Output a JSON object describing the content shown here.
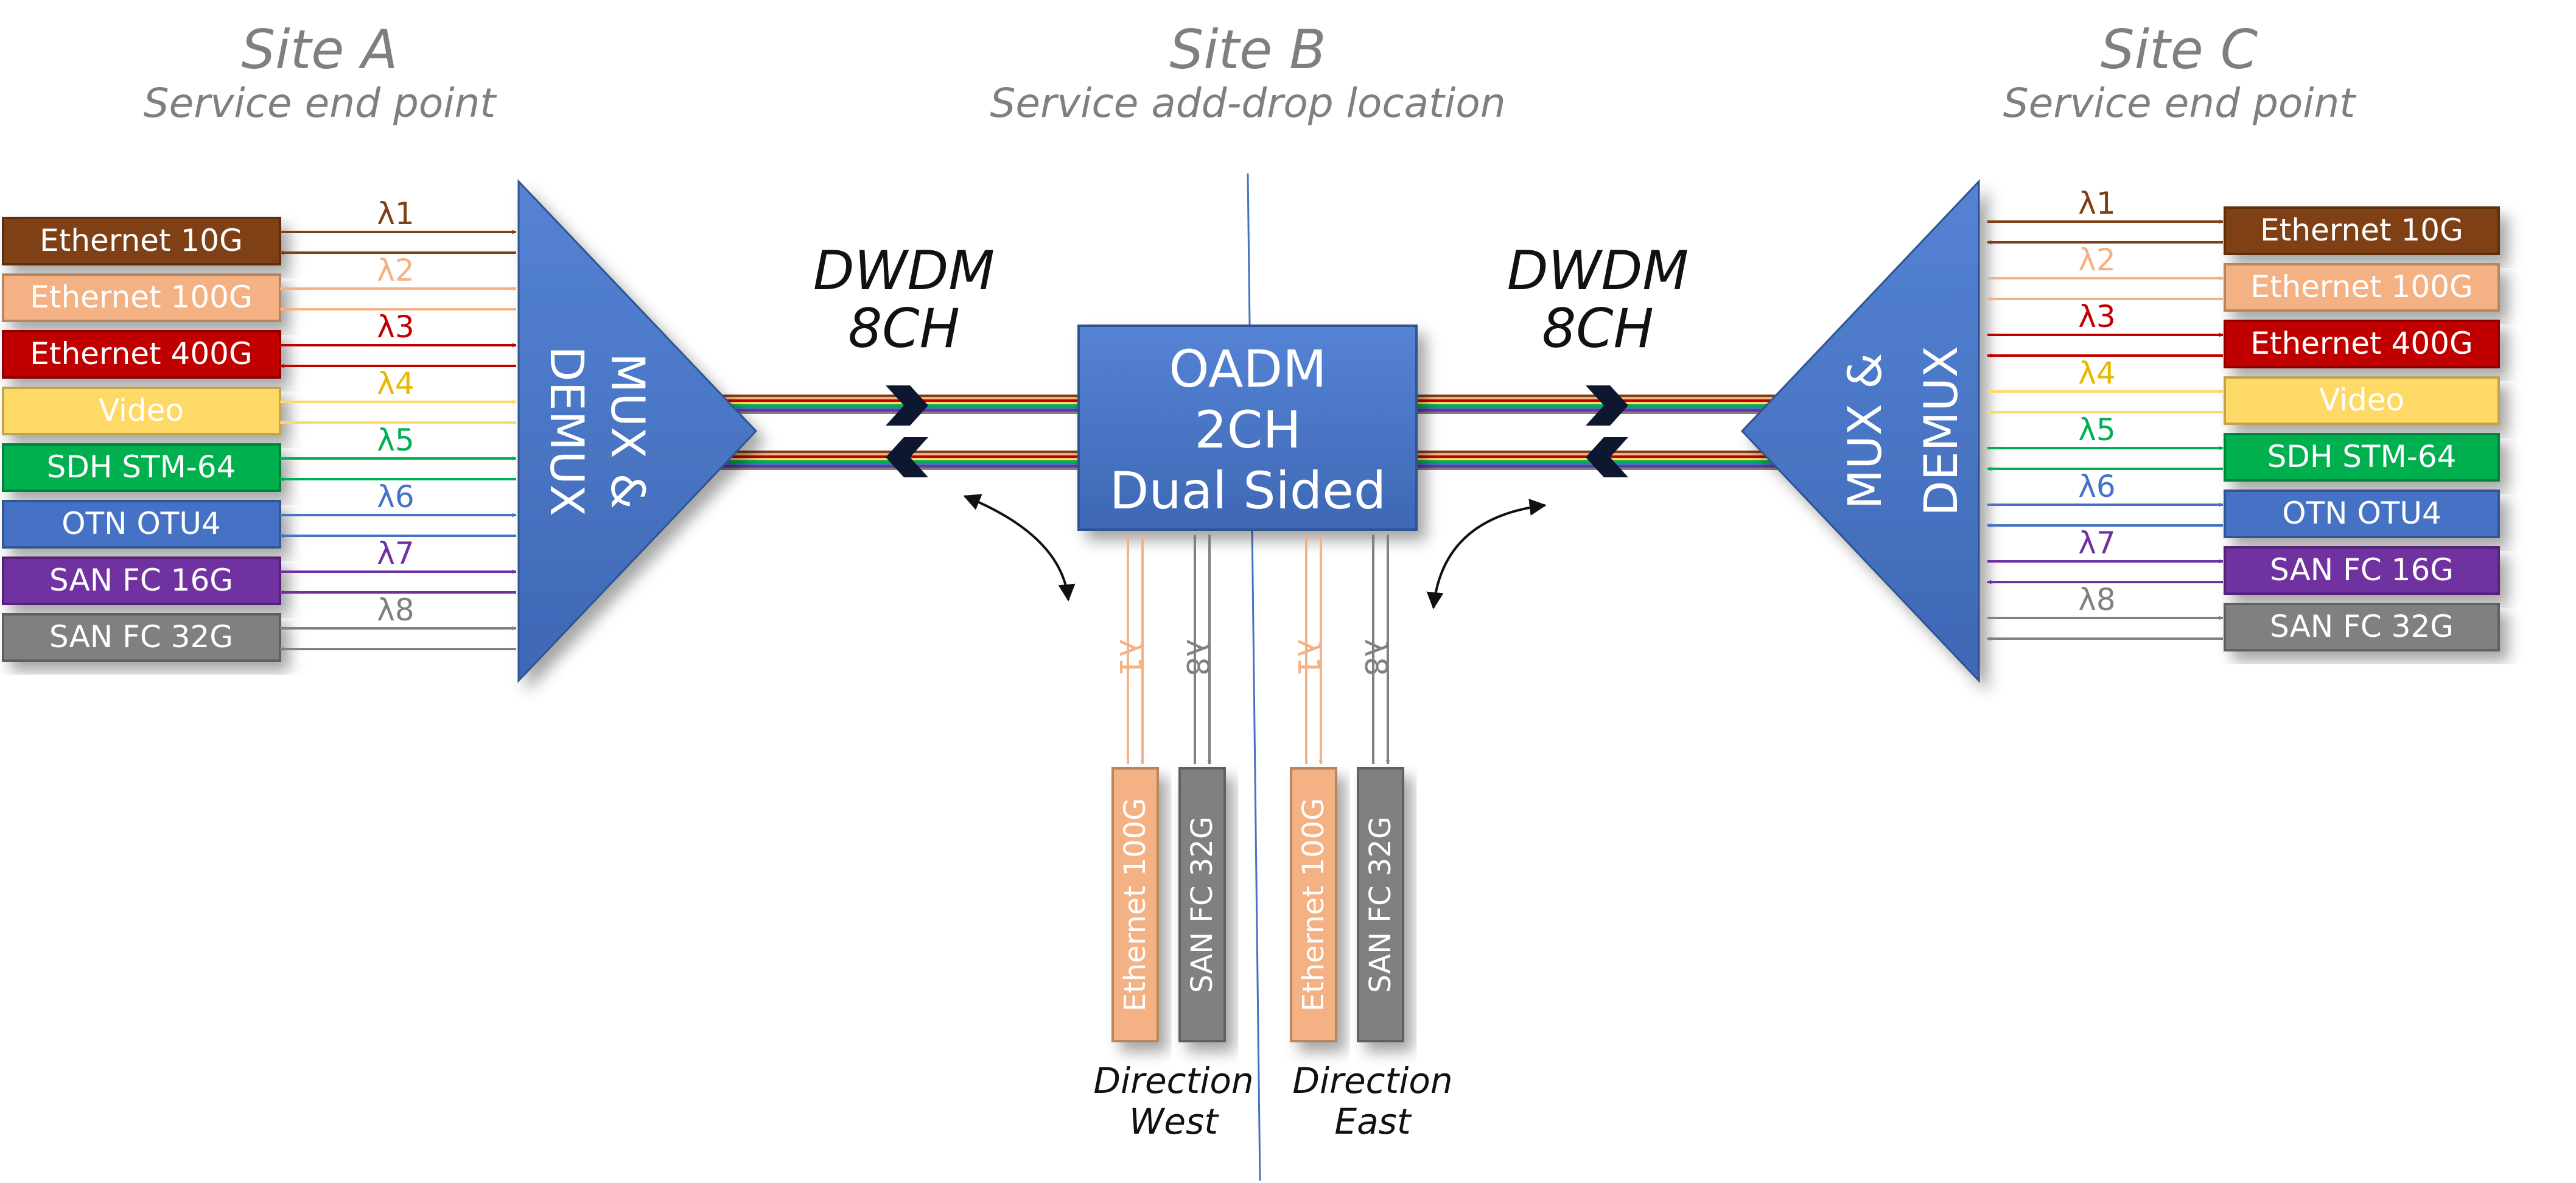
{
  "sites": {
    "a": {
      "title": "Site A",
      "subtitle": "Service end point"
    },
    "b": {
      "title": "Site B",
      "subtitle": "Service add-drop location"
    },
    "c": {
      "title": "Site C",
      "subtitle": "Service end point"
    }
  },
  "mux_label_1": "MUX &",
  "mux_label_2": "DEMUX",
  "dwdm": {
    "line1": "DWDM",
    "line2": "8CH"
  },
  "oadm": {
    "line1": "OADM",
    "line2": "2CH",
    "line3": "Dual Sided"
  },
  "services": [
    {
      "label": "Ethernet 10G",
      "lambda": "λ1",
      "color": "#7f3f14"
    },
    {
      "label": "Ethernet 100G",
      "lambda": "λ2",
      "color": "#f4b183"
    },
    {
      "label": "Ethernet 400G",
      "lambda": "λ3",
      "color": "#c00000"
    },
    {
      "label": "Video",
      "lambda": "λ4",
      "color": "#ffd966"
    },
    {
      "label": "SDH STM-64",
      "lambda": "λ5",
      "color": "#00b050"
    },
    {
      "label": "OTN OTU4",
      "lambda": "λ6",
      "color": "#4472c4"
    },
    {
      "label": "SAN FC 16G",
      "lambda": "λ7",
      "color": "#7030a0"
    },
    {
      "label": "SAN FC 32G",
      "lambda": "λ8",
      "color": "#808080"
    }
  ],
  "drops": [
    {
      "label": "Ethernet 100G",
      "lambda": "λ1",
      "color": "#f4b183"
    },
    {
      "label": "SAN FC 32G",
      "lambda": "λ8",
      "color": "#808080"
    },
    {
      "label": "Ethernet 100G",
      "lambda": "λ1",
      "color": "#f4b183"
    },
    {
      "label": "SAN FC 32G",
      "lambda": "λ8",
      "color": "#808080"
    }
  ],
  "directions": {
    "west": {
      "line1": "Direction",
      "line2": "West"
    },
    "east": {
      "line1": "Direction",
      "line2": "East"
    }
  },
  "colors": {
    "block_blue": "#4472c4",
    "site_gray": "#7f7f7f",
    "divider": "#4472c4"
  }
}
